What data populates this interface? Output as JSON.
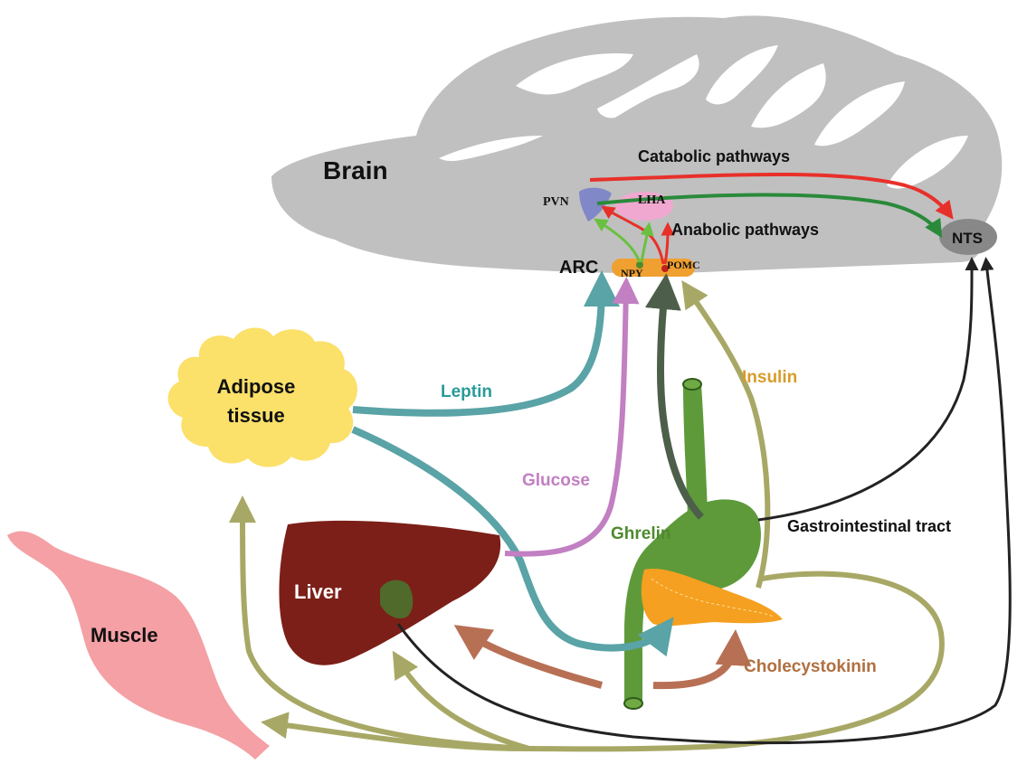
{
  "labels": {
    "brain": "Brain",
    "catabolic": "Catabolic pathways",
    "anabolic": "Anabolic pathways",
    "pvn": "PVN",
    "lha": "LHA",
    "arc": "ARC",
    "npy": "NPY",
    "pomc": "POMC",
    "nts": "NTS",
    "adipose": "Adipose",
    "tissue": "tissue",
    "leptin": "Leptin",
    "glucose": "Glucose",
    "insulin": "Insulin",
    "ghrelin": "Ghrelin",
    "gi_tract": "Gastrointestinal tract",
    "liver": "Liver",
    "muscle": "Muscle",
    "cholecystokinin": "Cholecystokinin"
  },
  "colors": {
    "brain": "#c0c0c0",
    "leptin": "#2a9a9a",
    "leptin_arrow": "#5aa3a6",
    "glucose": "#c27fc2",
    "insulin": "#d89c2a",
    "insulin_arrow": "#a8a866",
    "ghrelin": "#4f8a2e",
    "ghrelin_arrow": "#4d5f4a",
    "cholecystokinin": "#b07040",
    "cck_arrow": "#b87055",
    "neural": "#222222",
    "catabolic": "#e8302a",
    "anabolic": "#2a8a3a",
    "liver": "#7c1f18",
    "stomach": "#5e9a3a",
    "pancreas": "#f5a020",
    "adipose": "#fbe06a",
    "muscle": "#f4a0a4",
    "pvn": "#8088c8",
    "lha": "#f0a8d0",
    "arc": "#f0a030"
  }
}
